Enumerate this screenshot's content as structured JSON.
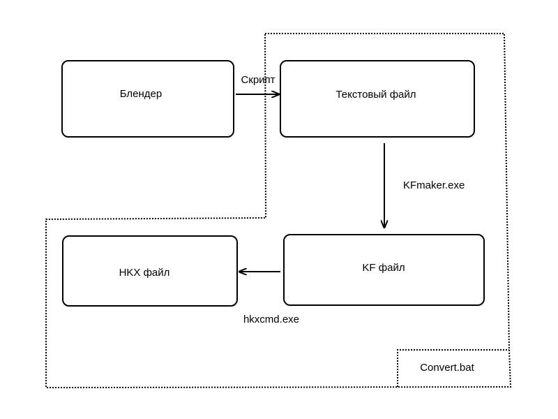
{
  "diagram": {
    "nodes": {
      "blender": {
        "label": "Блендер"
      },
      "text_file": {
        "label": "Текстовый файл"
      },
      "kf_file": {
        "label": "KF файл"
      },
      "hkx_file": {
        "label": "HKX файл"
      }
    },
    "edges": {
      "script": {
        "label": "Скрипт"
      },
      "kfmaker": {
        "label": "KFmaker.exe"
      },
      "hkxcmd": {
        "label": "hkxcmd.exe"
      }
    },
    "batch": {
      "label": "Convert.bat"
    }
  }
}
